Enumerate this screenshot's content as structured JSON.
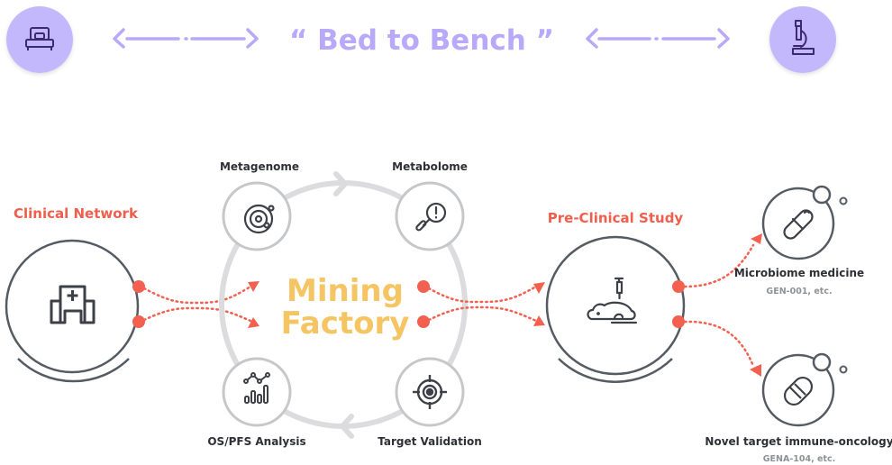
{
  "header": {
    "title": "“ Bed to Bench ”",
    "left_icon": "bed-icon",
    "right_icon": "microscope-icon",
    "colors": {
      "circle": "#c4b8fd",
      "arrow": "#b9a9fb",
      "title": "#b9a9fb",
      "icon": "#3b2a6e"
    }
  },
  "clinical_network": {
    "label": "Clinical Network",
    "icon": "hospital-icon"
  },
  "mining_factory": {
    "title_line1": "Mining",
    "title_line2": "Factory",
    "nodes": [
      {
        "label": "Metagenome",
        "icon": "orbit-icon"
      },
      {
        "label": "Metabolome",
        "icon": "magnifier-alert-icon"
      },
      {
        "label": "OS/PFS Analysis",
        "icon": "chart-analysis-icon"
      },
      {
        "label": "Target Validation",
        "icon": "target-icon"
      }
    ]
  },
  "pre_clinical": {
    "label": "Pre-Clinical Study",
    "icon": "mouse-syringe-icon"
  },
  "outputs": [
    {
      "title": "Microbiome medicine",
      "subtitle": "GEN-001, etc.",
      "icon": "capsule-icon"
    },
    {
      "title": "Novel target immune-oncology",
      "subtitle": "GENA-104, etc.",
      "icon": "tablet-icon"
    }
  ],
  "colors": {
    "accent_red": "#f4604f",
    "label_red": "#f05e4c",
    "factory_yellow": "#f5c463",
    "ring_gray": "#dcdcde",
    "node_gray": "#c6c7c9",
    "dark_stroke": "#555b63",
    "text_dark": "#2e3035",
    "text_muted": "#8f9296"
  }
}
